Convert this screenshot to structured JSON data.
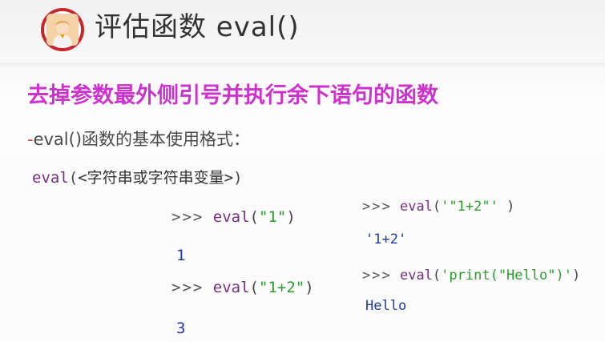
{
  "slide": {
    "title": "评估函数 eval()",
    "avatar_icon": "person-avatar-icon",
    "accent_ring_color": "#c8262b",
    "headline": "去掉参数最外侧引号并执行余下语句的函数",
    "headline_color": "#cc33cc",
    "subhead_dash": "-",
    "subhead_text": "eval()函数的基本使用格式："
  },
  "syntax": {
    "fn": "eval",
    "open": "(",
    "arg": "<字符串或字符串变量>",
    "close": ")"
  },
  "examples": [
    {
      "prompt": ">>>",
      "fn": "eval",
      "open": "(",
      "arg": "\"1\"",
      "close": ")",
      "output": "1"
    },
    {
      "prompt": ">>>",
      "fn": "eval",
      "open": "(",
      "arg": "\"1+2\"",
      "close": ")",
      "output": "3"
    },
    {
      "prompt": ">>>",
      "fn": "eval",
      "open": "(",
      "arg": "'\"1+2\"'",
      "close": " )",
      "output": "'1+2'"
    },
    {
      "prompt": ">>>",
      "fn": "eval",
      "open": "(",
      "arg": "'print(\"Hello\")'",
      "close": ")",
      "output": "Hello"
    }
  ],
  "colors": {
    "function": "#7b2d83",
    "string": "#2a9d2a",
    "output": "#1f3b9e"
  }
}
